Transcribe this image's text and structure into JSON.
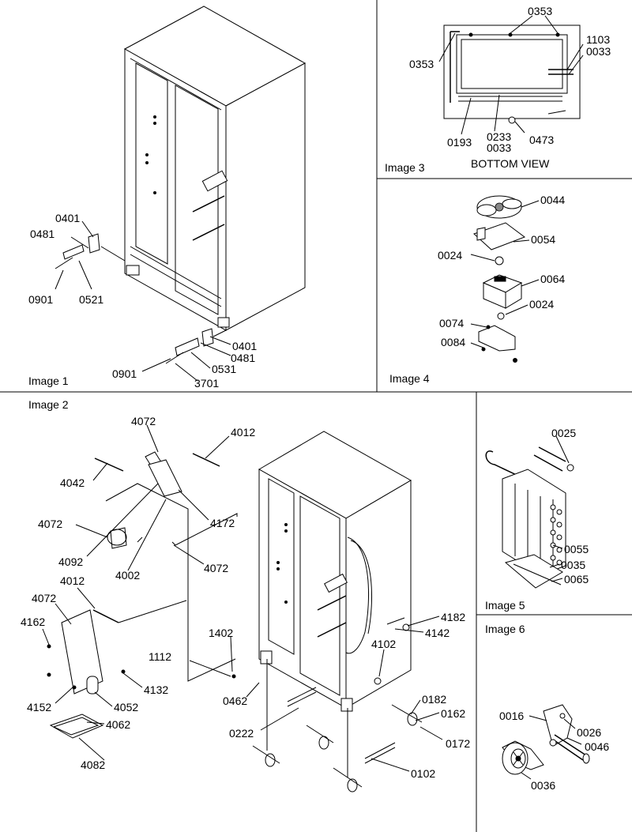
{
  "panels": {
    "image1": "Image 1",
    "image2": "Image 2",
    "image3": "Image 3",
    "image4": "Image 4",
    "image5": "Image 5",
    "image6": "Image 6"
  },
  "image3_caption": "BOTTOM VIEW",
  "labels": {
    "i1_0401a": "0401",
    "i1_0481a": "0481",
    "i1_0901a": "0901",
    "i1_0521": "0521",
    "i1_0401b": "0401",
    "i1_0481b": "0481",
    "i1_0531": "0531",
    "i1_0901b": "0901",
    "i1_3701": "3701",
    "i3_0353a": "0353",
    "i3_0353b": "0353",
    "i3_1103": "1103",
    "i3_0033a": "0033",
    "i3_0193": "0193",
    "i3_0233": "0233",
    "i3_0033b": "0033",
    "i3_0473": "0473",
    "i4_0044": "0044",
    "i4_0054": "0054",
    "i4_0024a": "0024",
    "i4_0064": "0064",
    "i4_0024b": "0024",
    "i4_0074": "0074",
    "i4_0084": "0084",
    "i2_4072a": "4072",
    "i2_4012a": "4012",
    "i2_4042": "4042",
    "i2_4072b": "4072",
    "i2_4172": "4172",
    "i2_4092": "4092",
    "i2_4002": "4002",
    "i2_4072c": "4072",
    "i2_4012b": "4012",
    "i2_4072d": "4072",
    "i2_4162": "4162",
    "i2_1402": "1402",
    "i2_1112": "1112",
    "i2_4132": "4132",
    "i2_4152": "4152",
    "i2_4052": "4052",
    "i2_4062": "4062",
    "i2_4082": "4082",
    "i2_0462": "0462",
    "i2_0222": "0222",
    "i2_4182": "4182",
    "i2_4142": "4142",
    "i2_4102": "4102",
    "i2_0182": "0182",
    "i2_0162": "0162",
    "i2_0172": "0172",
    "i2_0102": "0102",
    "i5_0025": "0025",
    "i5_0055": "0055",
    "i5_0035": "0035",
    "i5_0065": "0065",
    "i6_0016": "0016",
    "i6_0026": "0026",
    "i6_0046": "0046",
    "i6_0036": "0036"
  }
}
